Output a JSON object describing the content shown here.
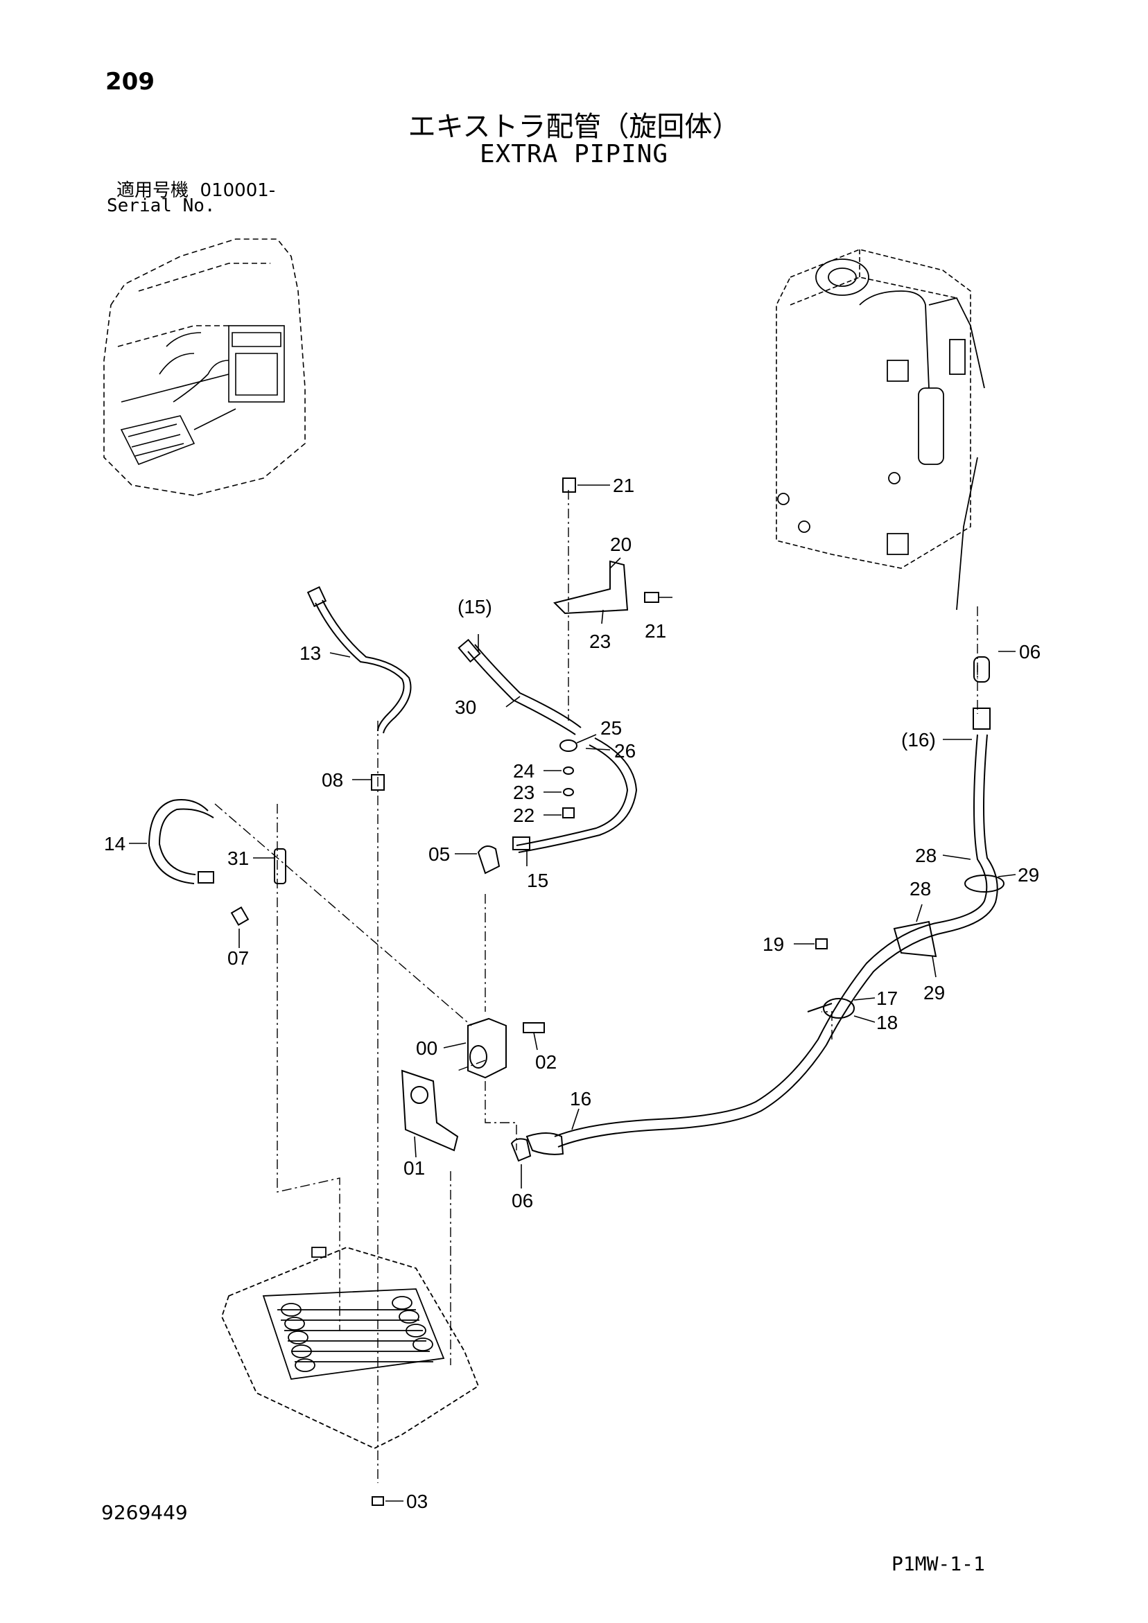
{
  "header": {
    "page_number": "209",
    "title_jp": "エキストラ配管（旋回体）",
    "title_en": "EXTRA PIPING",
    "serial_label_jp": "適用号機",
    "serial_value": "010001-",
    "serial_label_en": "Serial No."
  },
  "footer": {
    "doc_number": "9269449",
    "page_code": "P1MW-1-1"
  },
  "callouts": {
    "c21a": "21",
    "c20": "20",
    "c21b": "21",
    "c23a": "23",
    "c15p": "(15)",
    "c13": "13",
    "c30": "30",
    "c25": "25",
    "c26": "26",
    "c24": "24",
    "c23b": "23",
    "c22": "22",
    "c08": "08",
    "c05": "05",
    "c15": "15",
    "c14": "14",
    "c31": "31",
    "c07": "07",
    "c00": "00",
    "c02": "02",
    "c01": "01",
    "c16": "16",
    "c06a": "06",
    "c06b": "06",
    "c16p": "(16)",
    "c28a": "28",
    "c29a": "29",
    "c28b": "28",
    "c29b": "29",
    "c19": "19",
    "c17": "17",
    "c18": "18",
    "c03": "03"
  }
}
